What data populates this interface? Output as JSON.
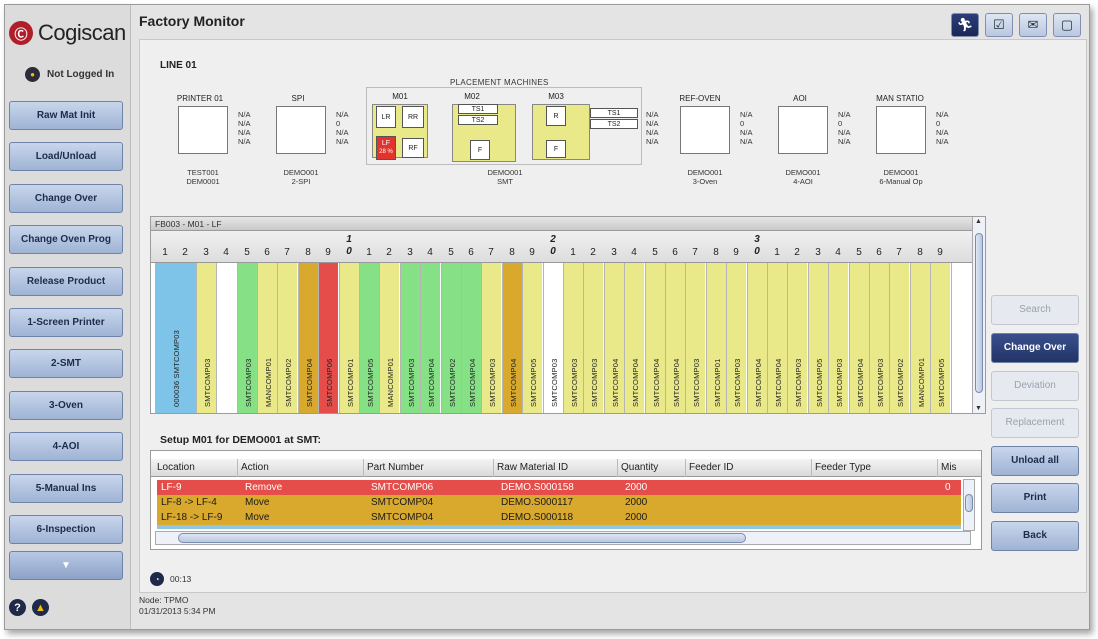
{
  "app": {
    "brand": "Cogiscan",
    "brand_mark": "Ⓒ",
    "title": "Factory Monitor"
  },
  "user": {
    "login_status": "Not Logged In"
  },
  "top_icons": [
    "running-man-icon",
    "checklist-icon",
    "envelope-icon",
    "window-icon"
  ],
  "nav": {
    "items": [
      "Raw Mat Init",
      "Load/Unload",
      "Change Over",
      "Change Oven Prog",
      "Release Product",
      "1-Screen Printer",
      "2-SMT",
      "3-Oven",
      "4-AOI",
      "5-Manual Ins",
      "6-Inspection"
    ],
    "more_arrow": "▼"
  },
  "line": {
    "title": "LINE 01",
    "placement_title": "PLACEMENT MACHINES",
    "stations": [
      {
        "name": "PRINTER 01",
        "vals": [
          "N/A",
          "N/A",
          "N/A",
          "N/A"
        ],
        "sub1": "TEST001",
        "sub2": "DEM0001"
      },
      {
        "name": "SPI",
        "vals": [
          "N/A",
          "0",
          "N/A",
          "N/A"
        ],
        "sub1": "DEMO001",
        "sub2": "2-SPI"
      },
      {
        "name": "REF-OVEN",
        "vals": [
          "N/A",
          "0",
          "N/A",
          "N/A"
        ],
        "sub1": "DEMO001",
        "sub2": "3-Oven"
      },
      {
        "name": "AOI",
        "vals": [
          "N/A",
          "0",
          "N/A",
          "N/A"
        ],
        "sub1": "DEMO001",
        "sub2": "4-AOI"
      },
      {
        "name": "MAN STATIO",
        "vals": [
          "N/A",
          "0",
          "N/A",
          "N/A"
        ],
        "sub1": "DEMO001",
        "sub2": "6-Manual Op"
      }
    ],
    "machines": {
      "m01": {
        "name": "M01",
        "lr": "LR",
        "rr": "RR",
        "lf": "LF",
        "lf_pct": "28 %",
        "rf": "RF"
      },
      "m02": {
        "name": "M02",
        "ts1": "TS1",
        "ts2": "TS2",
        "f": "F"
      },
      "m03": {
        "name": "M03",
        "r": "R",
        "f": "F",
        "ts1": "TS1",
        "ts2": "TS2"
      },
      "vals": [
        "N/A",
        "N/A",
        "N/A",
        "N/A"
      ],
      "sub1": "DEMO001",
      "sub2": "SMT"
    }
  },
  "bank": {
    "title": "FB003 - M01 - LF",
    "ruler": [
      "1",
      "2",
      "3",
      "4",
      "5",
      "6",
      "7",
      "8",
      "9",
      "1\n0",
      "1",
      "2",
      "3",
      "4",
      "5",
      "6",
      "7",
      "8",
      "9",
      "2\n0",
      "1",
      "2",
      "3",
      "4",
      "5",
      "6",
      "7",
      "8",
      "9",
      "3\n0",
      "1",
      "2",
      "3",
      "4",
      "5",
      "6",
      "7",
      "8",
      "9"
    ],
    "feeders": [
      {
        "label": "000036 SMTCOMP03",
        "color": "#7ec3e8",
        "wide": true
      },
      {
        "label": "SMTCOMP03",
        "color": "#e9e98a"
      },
      {
        "label": "",
        "color": "#ffffff"
      },
      {
        "label": "SMTCOMP03",
        "color": "#86e086"
      },
      {
        "label": "MANCOMP01",
        "color": "#e9e98a"
      },
      {
        "label": "SMTCOMP02",
        "color": "#e9e98a"
      },
      {
        "label": "SMTCOMP04",
        "color": "#d9a92d"
      },
      {
        "label": "SMTCOMP06",
        "color": "#e44d4a"
      },
      {
        "label": "SMTCOMP01",
        "color": "#e9e98a"
      },
      {
        "label": "SMTCOMP05",
        "color": "#86e086"
      },
      {
        "label": "MANCOMP01",
        "color": "#e9e98a"
      },
      {
        "label": "SMTCOMP03",
        "color": "#86e086"
      },
      {
        "label": "SMTCOMP04",
        "color": "#86e086"
      },
      {
        "label": "SMTCOMP02",
        "color": "#86e086"
      },
      {
        "label": "SMTCOMP04",
        "color": "#86e086"
      },
      {
        "label": "SMTCOMP03",
        "color": "#e9e98a"
      },
      {
        "label": "SMTCOMP04",
        "color": "#d9a92d"
      },
      {
        "label": "SMTCOMP05",
        "color": "#e9e98a"
      },
      {
        "label": "SMTCOMP03",
        "color": "#ffffff"
      },
      {
        "label": "SMTCOMP03",
        "color": "#e9e98a"
      },
      {
        "label": "SMTCOMP03",
        "color": "#e9e98a"
      },
      {
        "label": "SMTCOMP04",
        "color": "#e9e98a"
      },
      {
        "label": "SMTCOMP04",
        "color": "#e9e98a"
      },
      {
        "label": "SMTCOMP04",
        "color": "#e9e98a"
      },
      {
        "label": "SMTCOMP04",
        "color": "#e9e98a"
      },
      {
        "label": "SMTCOMP03",
        "color": "#e9e98a"
      },
      {
        "label": "SMTCOMP01",
        "color": "#e9e98a"
      },
      {
        "label": "SMTCOMP03",
        "color": "#e9e98a"
      },
      {
        "label": "SMTCOMP04",
        "color": "#e9e98a"
      },
      {
        "label": "SMTCOMP04",
        "color": "#e9e98a"
      },
      {
        "label": "SMTCOMP03",
        "color": "#e9e98a"
      },
      {
        "label": "SMTCOMP05",
        "color": "#e9e98a"
      },
      {
        "label": "SMTCOMP03",
        "color": "#e9e98a"
      },
      {
        "label": "SMTCOMP04",
        "color": "#e9e98a"
      },
      {
        "label": "SMTCOMP03",
        "color": "#e9e98a"
      },
      {
        "label": "SMTCOMP02",
        "color": "#e9e98a"
      },
      {
        "label": "MANCOMP01",
        "color": "#e9e98a"
      },
      {
        "label": "SMTCOMP05",
        "color": "#e9e98a"
      },
      {
        "label": "",
        "color": "#ffffff"
      }
    ]
  },
  "setup": {
    "title": "Setup M01 for DEMO001 at SMT:",
    "columns": [
      "Location",
      "Action",
      "Part Number",
      "Raw Material ID",
      "Quantity",
      "Feeder ID",
      "Feeder Type",
      "Mis"
    ],
    "rows": [
      {
        "style": "red",
        "cells": [
          "LF-9",
          "Remove",
          "SMTCOMP06",
          "DEMO.S000158",
          "2000",
          "",
          "",
          "0"
        ]
      },
      {
        "style": "orange",
        "cells": [
          "LF-8 -> LF-4",
          "Move",
          "SMTCOMP04",
          "DEMO.S000117",
          "2000",
          "",
          "",
          ""
        ]
      },
      {
        "style": "orange",
        "cells": [
          "LF-18 -> LF-9",
          "Move",
          "SMTCOMP04",
          "DEMO.S000118",
          "2000",
          "",
          "",
          ""
        ]
      }
    ],
    "timer": "00:13"
  },
  "actions": {
    "search": "Search",
    "change_over": "Change Over",
    "deviation": "Deviation",
    "replacement": "Replacement",
    "unload_all": "Unload all",
    "print": "Print",
    "back": "Back"
  },
  "status": {
    "node": "Node: TPMO",
    "datetime": "01/31/2013 5:34 PM"
  }
}
